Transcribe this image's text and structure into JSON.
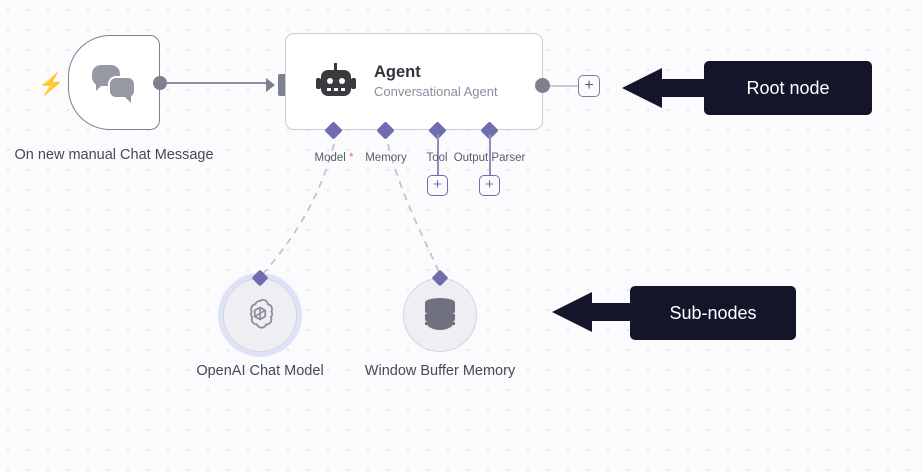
{
  "canvas": {
    "background_color": "#fbfbfd",
    "grid_dot_color": "#e3e3ea"
  },
  "trigger_node": {
    "icon": "chat-bubbles-icon",
    "trigger_icon": "lightning-bolt-icon",
    "trigger_glyph": "⚡",
    "label": "On new manual Chat Message",
    "output_port": "output-dot"
  },
  "agent_node": {
    "icon": "robot-icon",
    "title": "Agent",
    "subtitle": "Conversational Agent",
    "input_port": "input-port",
    "output_port": "output-dot",
    "add_button_glyph": "+",
    "accent_color": "#6f6cb0",
    "ports": [
      {
        "label": "Model",
        "required": true,
        "required_marker": "*",
        "has_add_button": false
      },
      {
        "label": "Memory",
        "required": false,
        "required_marker": "",
        "has_add_button": false
      },
      {
        "label": "Tool",
        "required": false,
        "required_marker": "",
        "has_add_button": true
      },
      {
        "label": "Output Parser",
        "required": false,
        "required_marker": "",
        "has_add_button": true
      }
    ]
  },
  "sub_nodes": [
    {
      "label": "OpenAI Chat Model",
      "icon": "openai-logo-icon",
      "selected": true
    },
    {
      "label": "Window Buffer Memory",
      "icon": "database-icon",
      "selected": false
    }
  ],
  "callouts": [
    {
      "text": "Root node",
      "color": "#14142b",
      "arrow": "left-arrow-icon"
    },
    {
      "text": "Sub-nodes",
      "color": "#14142b",
      "arrow": "left-arrow-icon"
    }
  ]
}
